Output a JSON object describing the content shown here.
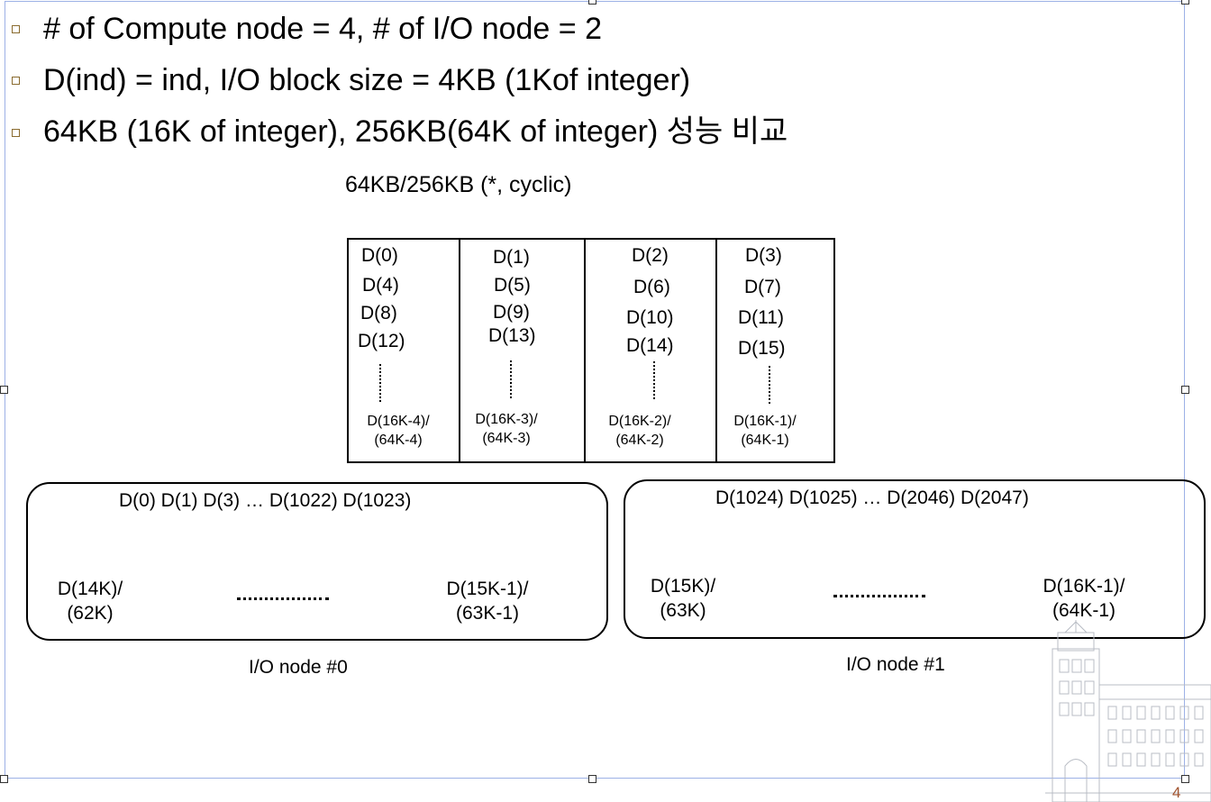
{
  "bullets": [
    "# of Compute node = 4, # of I/O node = 2",
    "D(ind) = ind, I/O block size = 4KB (1Kof integer)",
    "64KB (16K of integer), 256KB(64K of integer) 성능 비교"
  ],
  "diagram": {
    "subtitle": "64KB/256KB (*, cyclic)",
    "columns": [
      {
        "items": [
          "D(0)",
          "D(4)",
          "D(8)",
          "D(12)"
        ],
        "last_line1": "D(16K-4)/",
        "last_line2": "(64K-4)"
      },
      {
        "items": [
          "D(1)",
          "D(5)",
          "D(9)",
          "D(13)"
        ],
        "last_line1": "D(16K-3)/",
        "last_line2": "(64K-3)"
      },
      {
        "items": [
          "D(2)",
          "D(6)",
          "D(10)",
          "D(14)"
        ],
        "last_line1": "D(16K-2)/",
        "last_line2": "(64K-2)"
      },
      {
        "items": [
          "D(3)",
          "D(7)",
          "D(11)",
          "D(15)"
        ],
        "last_line1": "D(16K-1)/",
        "last_line2": "(64K-1)"
      }
    ],
    "io_nodes": [
      {
        "top": "D(0) D(1) D(3) …    D(1022) D(1023)",
        "left1": "D(14K)/",
        "left2": "(62K)",
        "right1": "D(15K-1)/",
        "right2": "(63K-1)",
        "label": "I/O node #0"
      },
      {
        "top": "D(1024) D(1025) …    D(2046) D(2047)",
        "left1": "D(15K)/",
        "left2": "(63K)",
        "right1": "D(16K-1)/",
        "right2": "(64K-1)",
        "label": "I/O node #1"
      }
    ]
  },
  "page_number": "4"
}
